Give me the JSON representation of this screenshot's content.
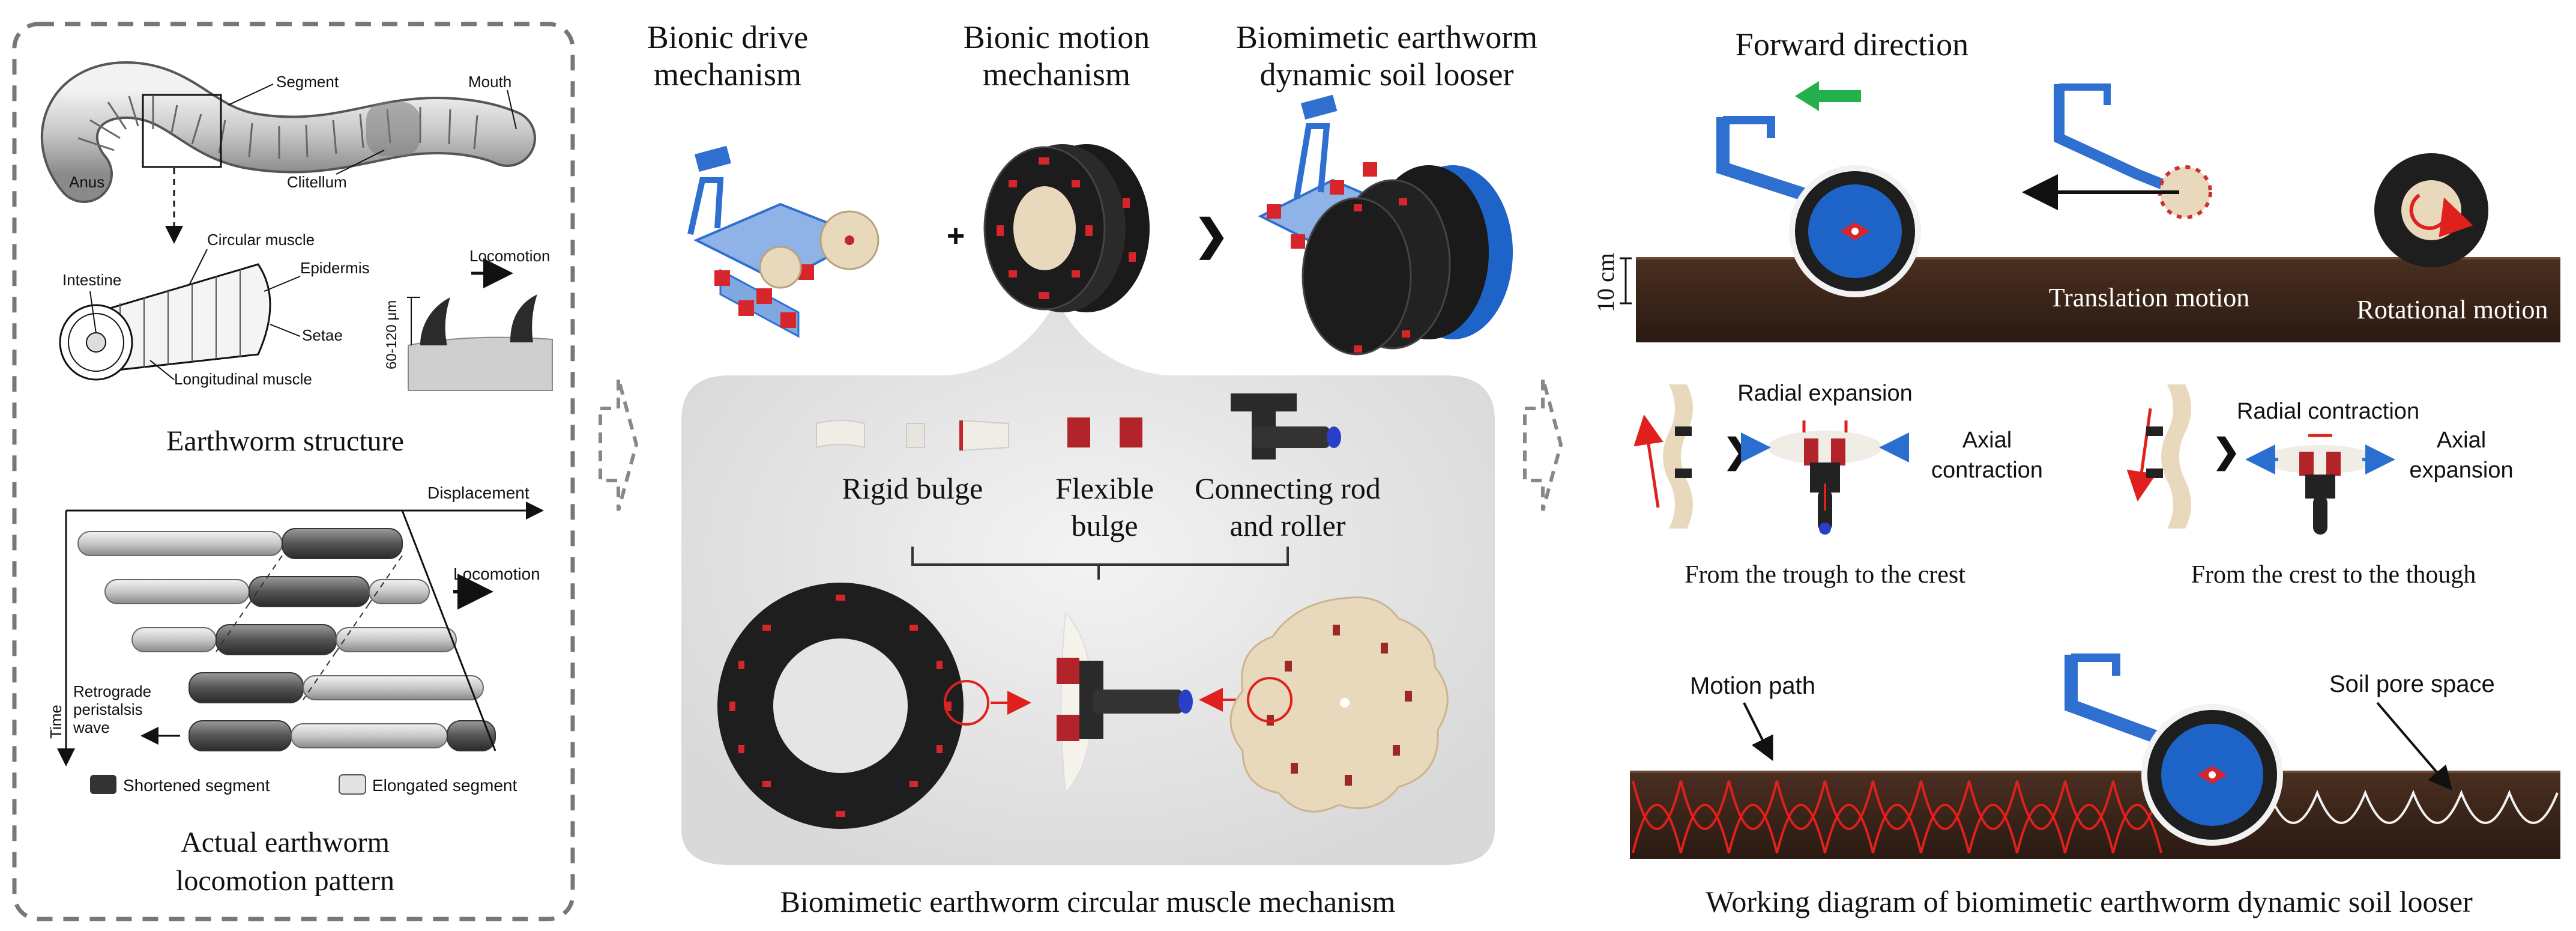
{
  "left_panel": {
    "anatomy_labels": {
      "segment": "Segment",
      "mouth": "Mouth",
      "anus": "Anus",
      "clitellum": "Clitellum",
      "circular_muscle": "Circular muscle",
      "intestine": "Intestine",
      "epidermis": "Epidermis",
      "setae": "Setae",
      "longitudinal_muscle": "Longitudinal muscle",
      "locomotion": "Locomotion",
      "setae_height": "60-120 μm"
    },
    "structure_title": "Earthworm structure",
    "pattern": {
      "displacement": "Displacement",
      "locomotion": "Locomotion",
      "time": "Time",
      "wave_line1": "Retrograde",
      "wave_line2": "peristalsis",
      "wave_line3": "wave",
      "legend_shortened": "Shortened segment",
      "legend_elongated": "Elongated segment"
    },
    "pattern_title_line1": "Actual earthworm",
    "pattern_title_line2": "locomotion pattern"
  },
  "middle_panel": {
    "drive_line1": "Bionic drive",
    "drive_line2": "mechanism",
    "motion_line1": "Bionic motion",
    "motion_line2": "mechanism",
    "looser_line1": "Biomimetic earthworm",
    "looser_line2": "dynamic soil looser",
    "plus": "+",
    "arrow": "❯",
    "rigid_bulge": "Rigid bulge",
    "flexible_line1": "Flexible",
    "flexible_line2": "bulge",
    "rod_line1": "Connecting rod",
    "rod_line2": "and roller",
    "caption": "Biomimetic earthworm circular muscle mechanism"
  },
  "right_panel": {
    "forward_direction": "Forward direction",
    "depth": "10 cm",
    "translation_motion": "Translation motion",
    "rotational_motion": "Rotational motion",
    "radial_expansion": "Radial expansion",
    "axial_contraction_line1": "Axial",
    "axial_contraction_line2": "contraction",
    "radial_contraction": "Radial contraction",
    "axial_expansion_line1": "Axial",
    "axial_expansion_line2": "expansion",
    "trough_to_crest": "From the trough to the crest",
    "crest_to_trough": "From the crest to the though",
    "motion_path": "Motion path",
    "soil_pore_space": "Soil pore space",
    "caption": "Working diagram of biomimetic earthworm dynamic soil looser"
  },
  "colors": {
    "soil": "#3a2418",
    "frame_blue": "#2f6fd0",
    "disc_blue": "#1e63c8",
    "bulge_red": "#c0282c",
    "forward_arrow": "#22b14c",
    "path_red": "#e0201c",
    "beige": "#e8d8bc"
  }
}
